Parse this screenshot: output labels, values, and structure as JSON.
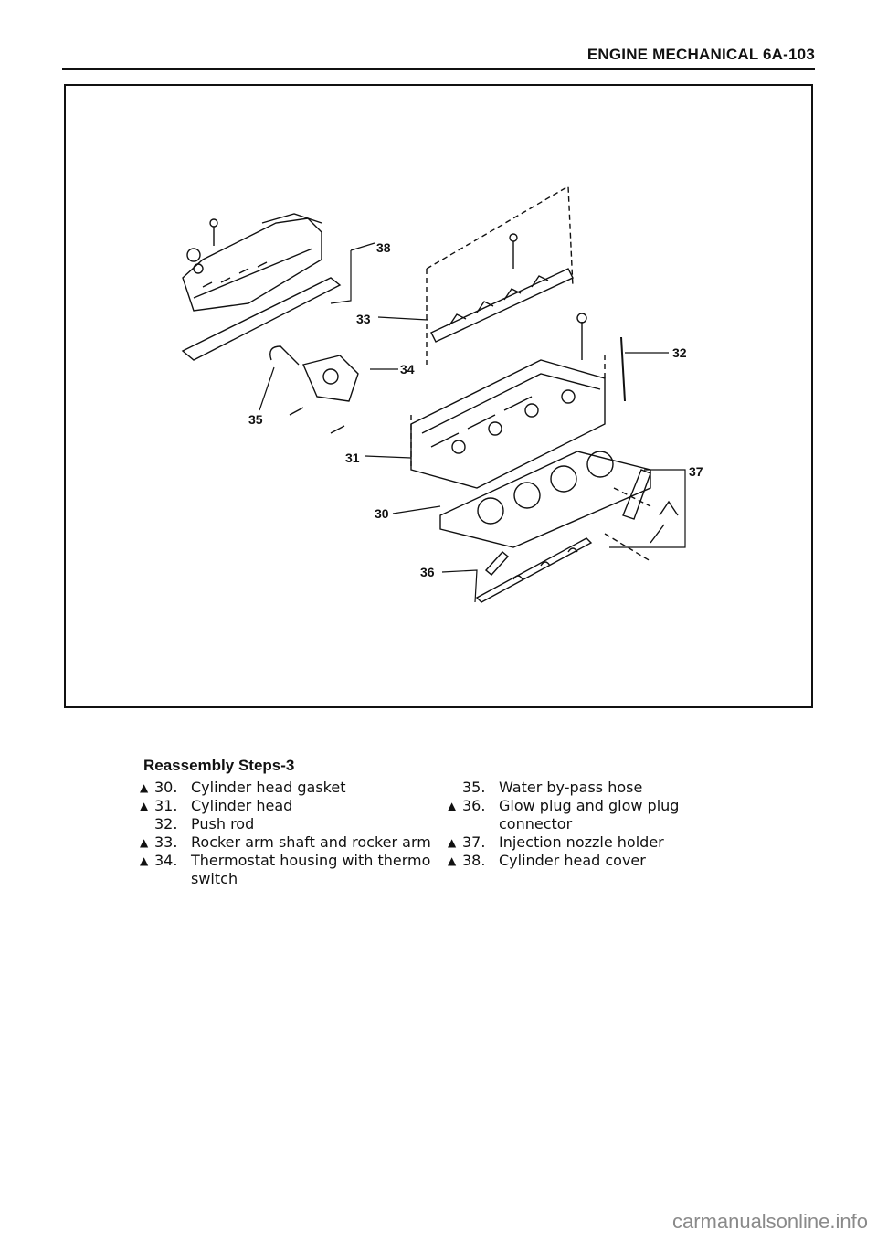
{
  "header": {
    "title": "ENGINE MECHANICAL 6A-103"
  },
  "figure": {
    "callouts": [
      "30",
      "31",
      "32",
      "33",
      "34",
      "35",
      "36",
      "37",
      "38"
    ]
  },
  "section": {
    "title": "Reassembly Steps-3"
  },
  "steps_left": [
    {
      "mark": "▲",
      "num": "30.",
      "text": "Cylinder head gasket"
    },
    {
      "mark": "▲",
      "num": "31.",
      "text": "Cylinder head"
    },
    {
      "mark": "",
      "num": "32.",
      "text": "Push rod"
    },
    {
      "mark": "▲",
      "num": "33.",
      "text": "Rocker arm shaft and rocker arm"
    },
    {
      "mark": "▲",
      "num": "34.",
      "text": "Thermostat housing with thermo switch"
    }
  ],
  "steps_right": [
    {
      "mark": "",
      "num": "35.",
      "text": "Water by-pass hose"
    },
    {
      "mark": "▲",
      "num": "36.",
      "text": "Glow plug and glow plug connector"
    },
    {
      "mark": "▲",
      "num": "37.",
      "text": "Injection nozzle holder"
    },
    {
      "mark": "▲",
      "num": "38.",
      "text": "Cylinder head cover"
    }
  ],
  "watermark": "carmanualsonline.info"
}
